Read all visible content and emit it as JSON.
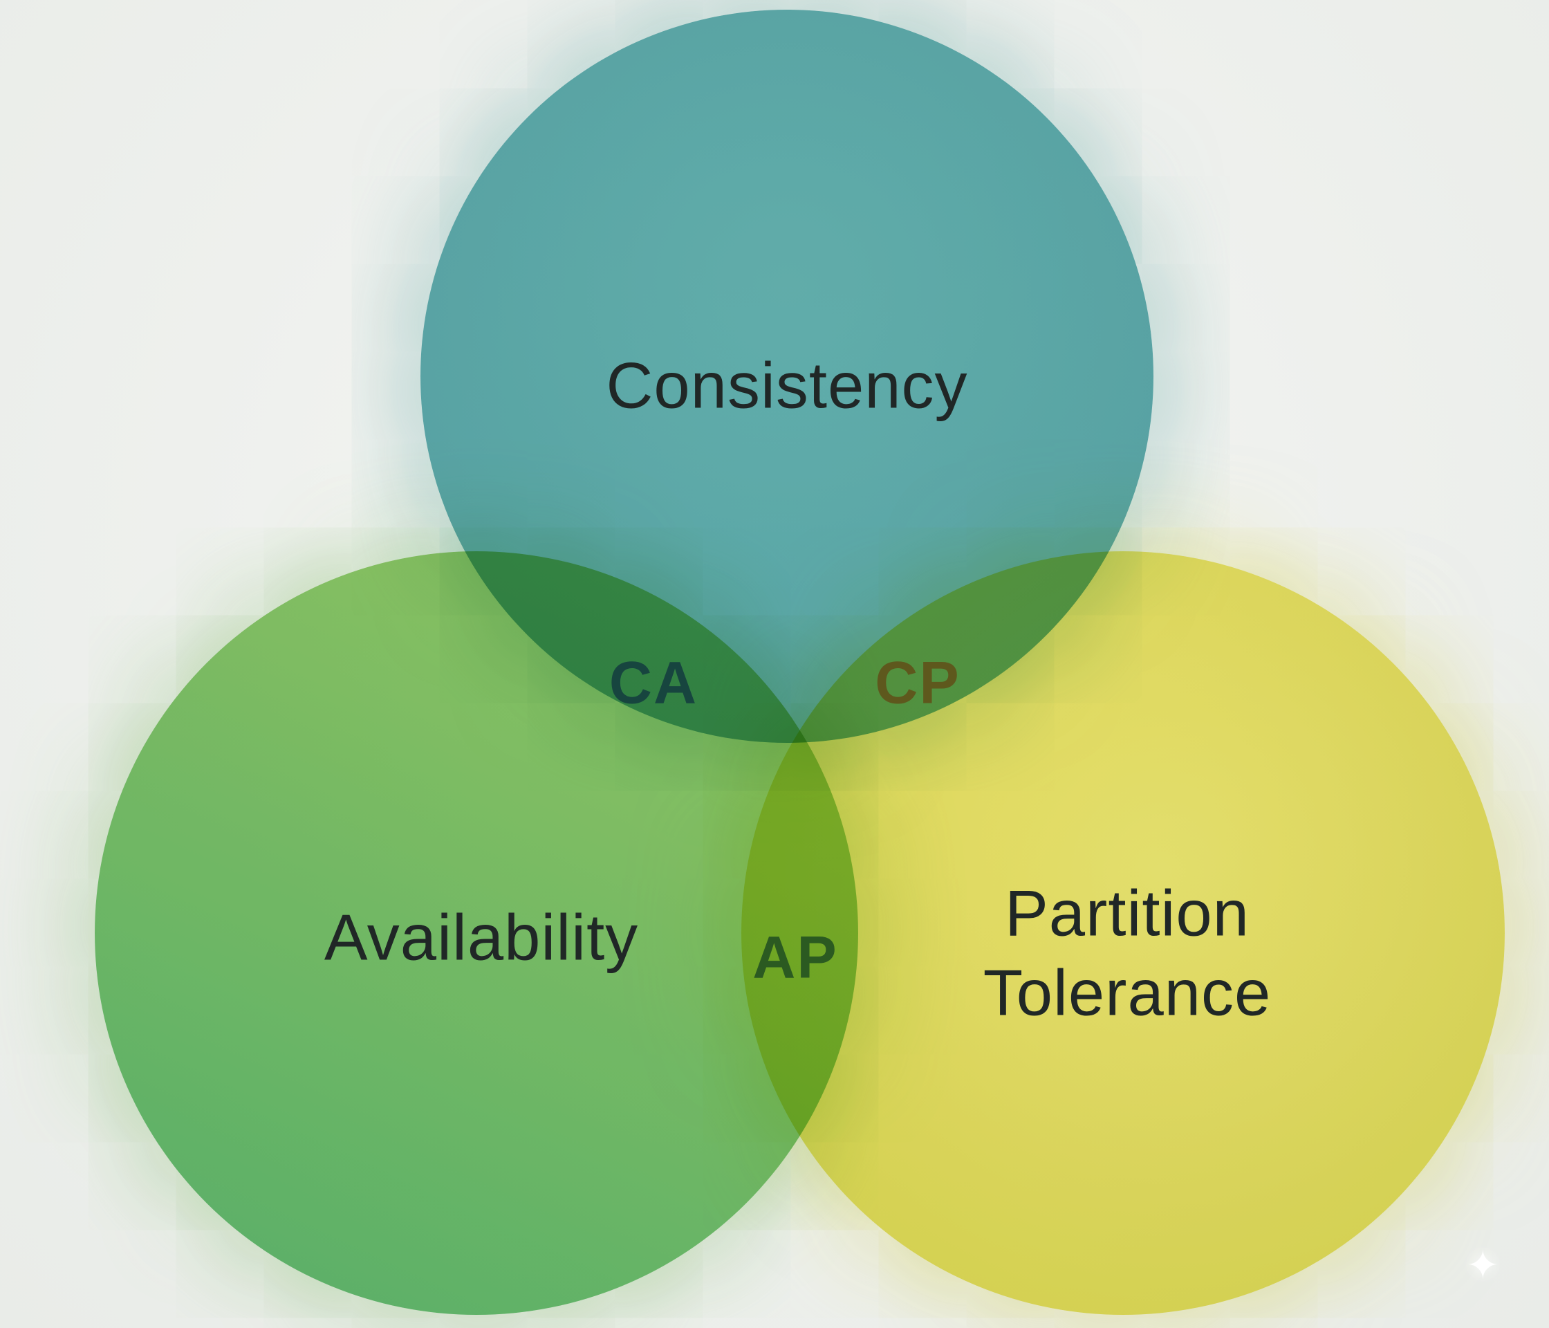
{
  "diagram": {
    "background": "#eff1ee",
    "circles": [
      {
        "id": "consistency",
        "label": "Consistency",
        "color_start": "#5cb1b0",
        "color_end": "#4fa1a6",
        "glow": "rgba(96, 174, 172, 0.50)"
      },
      {
        "id": "availability",
        "label": "Availability",
        "color_start": "#93ca5a",
        "color_end": "#54b76a",
        "glow": "rgba(120, 190, 90, 0.45)"
      },
      {
        "id": "partition-tolerance",
        "label": "Partition Tolerance",
        "color_start": "#f2ea6b",
        "color_end": "#e0d945",
        "glow": "rgba(228, 222, 90, 0.55)"
      }
    ],
    "intersections": [
      {
        "id": "ca",
        "label": "CA",
        "text_color": "#17453f"
      },
      {
        "id": "cp",
        "label": "CP",
        "text_color": "#5e581d"
      },
      {
        "id": "ap",
        "label": "AP",
        "text_color": "#2b5a21"
      }
    ],
    "label_color": "#202726",
    "sparkle_glyph": "✦"
  }
}
